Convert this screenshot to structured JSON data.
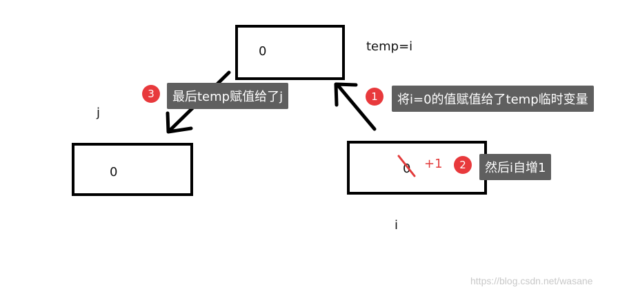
{
  "temp_box": {
    "value": "0",
    "label": "temp=i"
  },
  "j_box": {
    "value": "0",
    "label": "j"
  },
  "i_box": {
    "value": "0",
    "increment": "+1",
    "label": "i"
  },
  "steps": [
    {
      "number": "1",
      "text": "将i=0的值赋值给了temp临时变量"
    },
    {
      "number": "2",
      "text": "然后i自增1"
    },
    {
      "number": "3",
      "text": "最后temp赋值给了j"
    }
  ],
  "watermark": "https://blog.csdn.net/wasane",
  "colors": {
    "badge": "#e8393c",
    "callout_bg": "#5f5f5f",
    "strike": "#e23a3a"
  }
}
